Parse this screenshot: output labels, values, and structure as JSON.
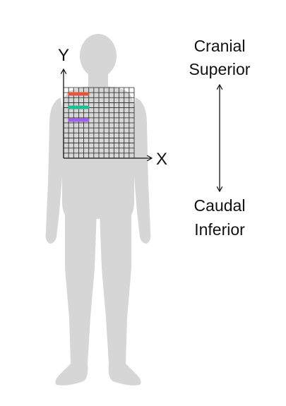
{
  "axes": {
    "y_label": "Y",
    "x_label": "X"
  },
  "grid": {
    "columns": 14,
    "rows": 14
  },
  "direction": {
    "top_line1": "Cranial",
    "top_line2": "Superior",
    "bottom_line1": "Caudal",
    "bottom_line2": "Inferior"
  },
  "markers": [
    {
      "name": "red-marker",
      "color": "#e8553d"
    },
    {
      "name": "green-marker",
      "color": "#1fbf95"
    },
    {
      "name": "purple-marker",
      "color": "#a25ef0"
    }
  ],
  "colors": {
    "body": "#d6d6d6",
    "grid_line": "#222222",
    "axis": "#111111"
  }
}
